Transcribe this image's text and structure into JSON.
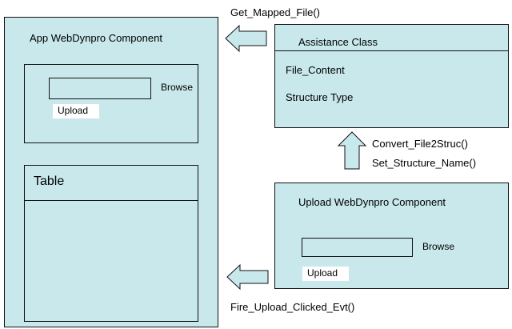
{
  "app_component": {
    "title": "App WebDynpro Component",
    "browse_label": "Browse",
    "upload_label": "Upload",
    "table_title": "Table"
  },
  "assistance_class": {
    "title": "Assistance Class",
    "attributes": [
      "File_Content",
      "Structure Type"
    ]
  },
  "upload_component": {
    "title": "Upload WebDynpro Component",
    "browse_label": "Browse",
    "upload_label": "Upload"
  },
  "method_labels": {
    "get_mapped_file": "Get_Mapped_File()",
    "convert_file2struc": "Convert_File2Struc()",
    "set_structure_name": "Set_Structure_Name()",
    "fire_upload_clicked": "Fire_Upload_Clicked_Evt()"
  },
  "colors": {
    "box_fill": "#c8e8ec",
    "border": "#111111",
    "arrow_fill": "#c8e8ec"
  }
}
